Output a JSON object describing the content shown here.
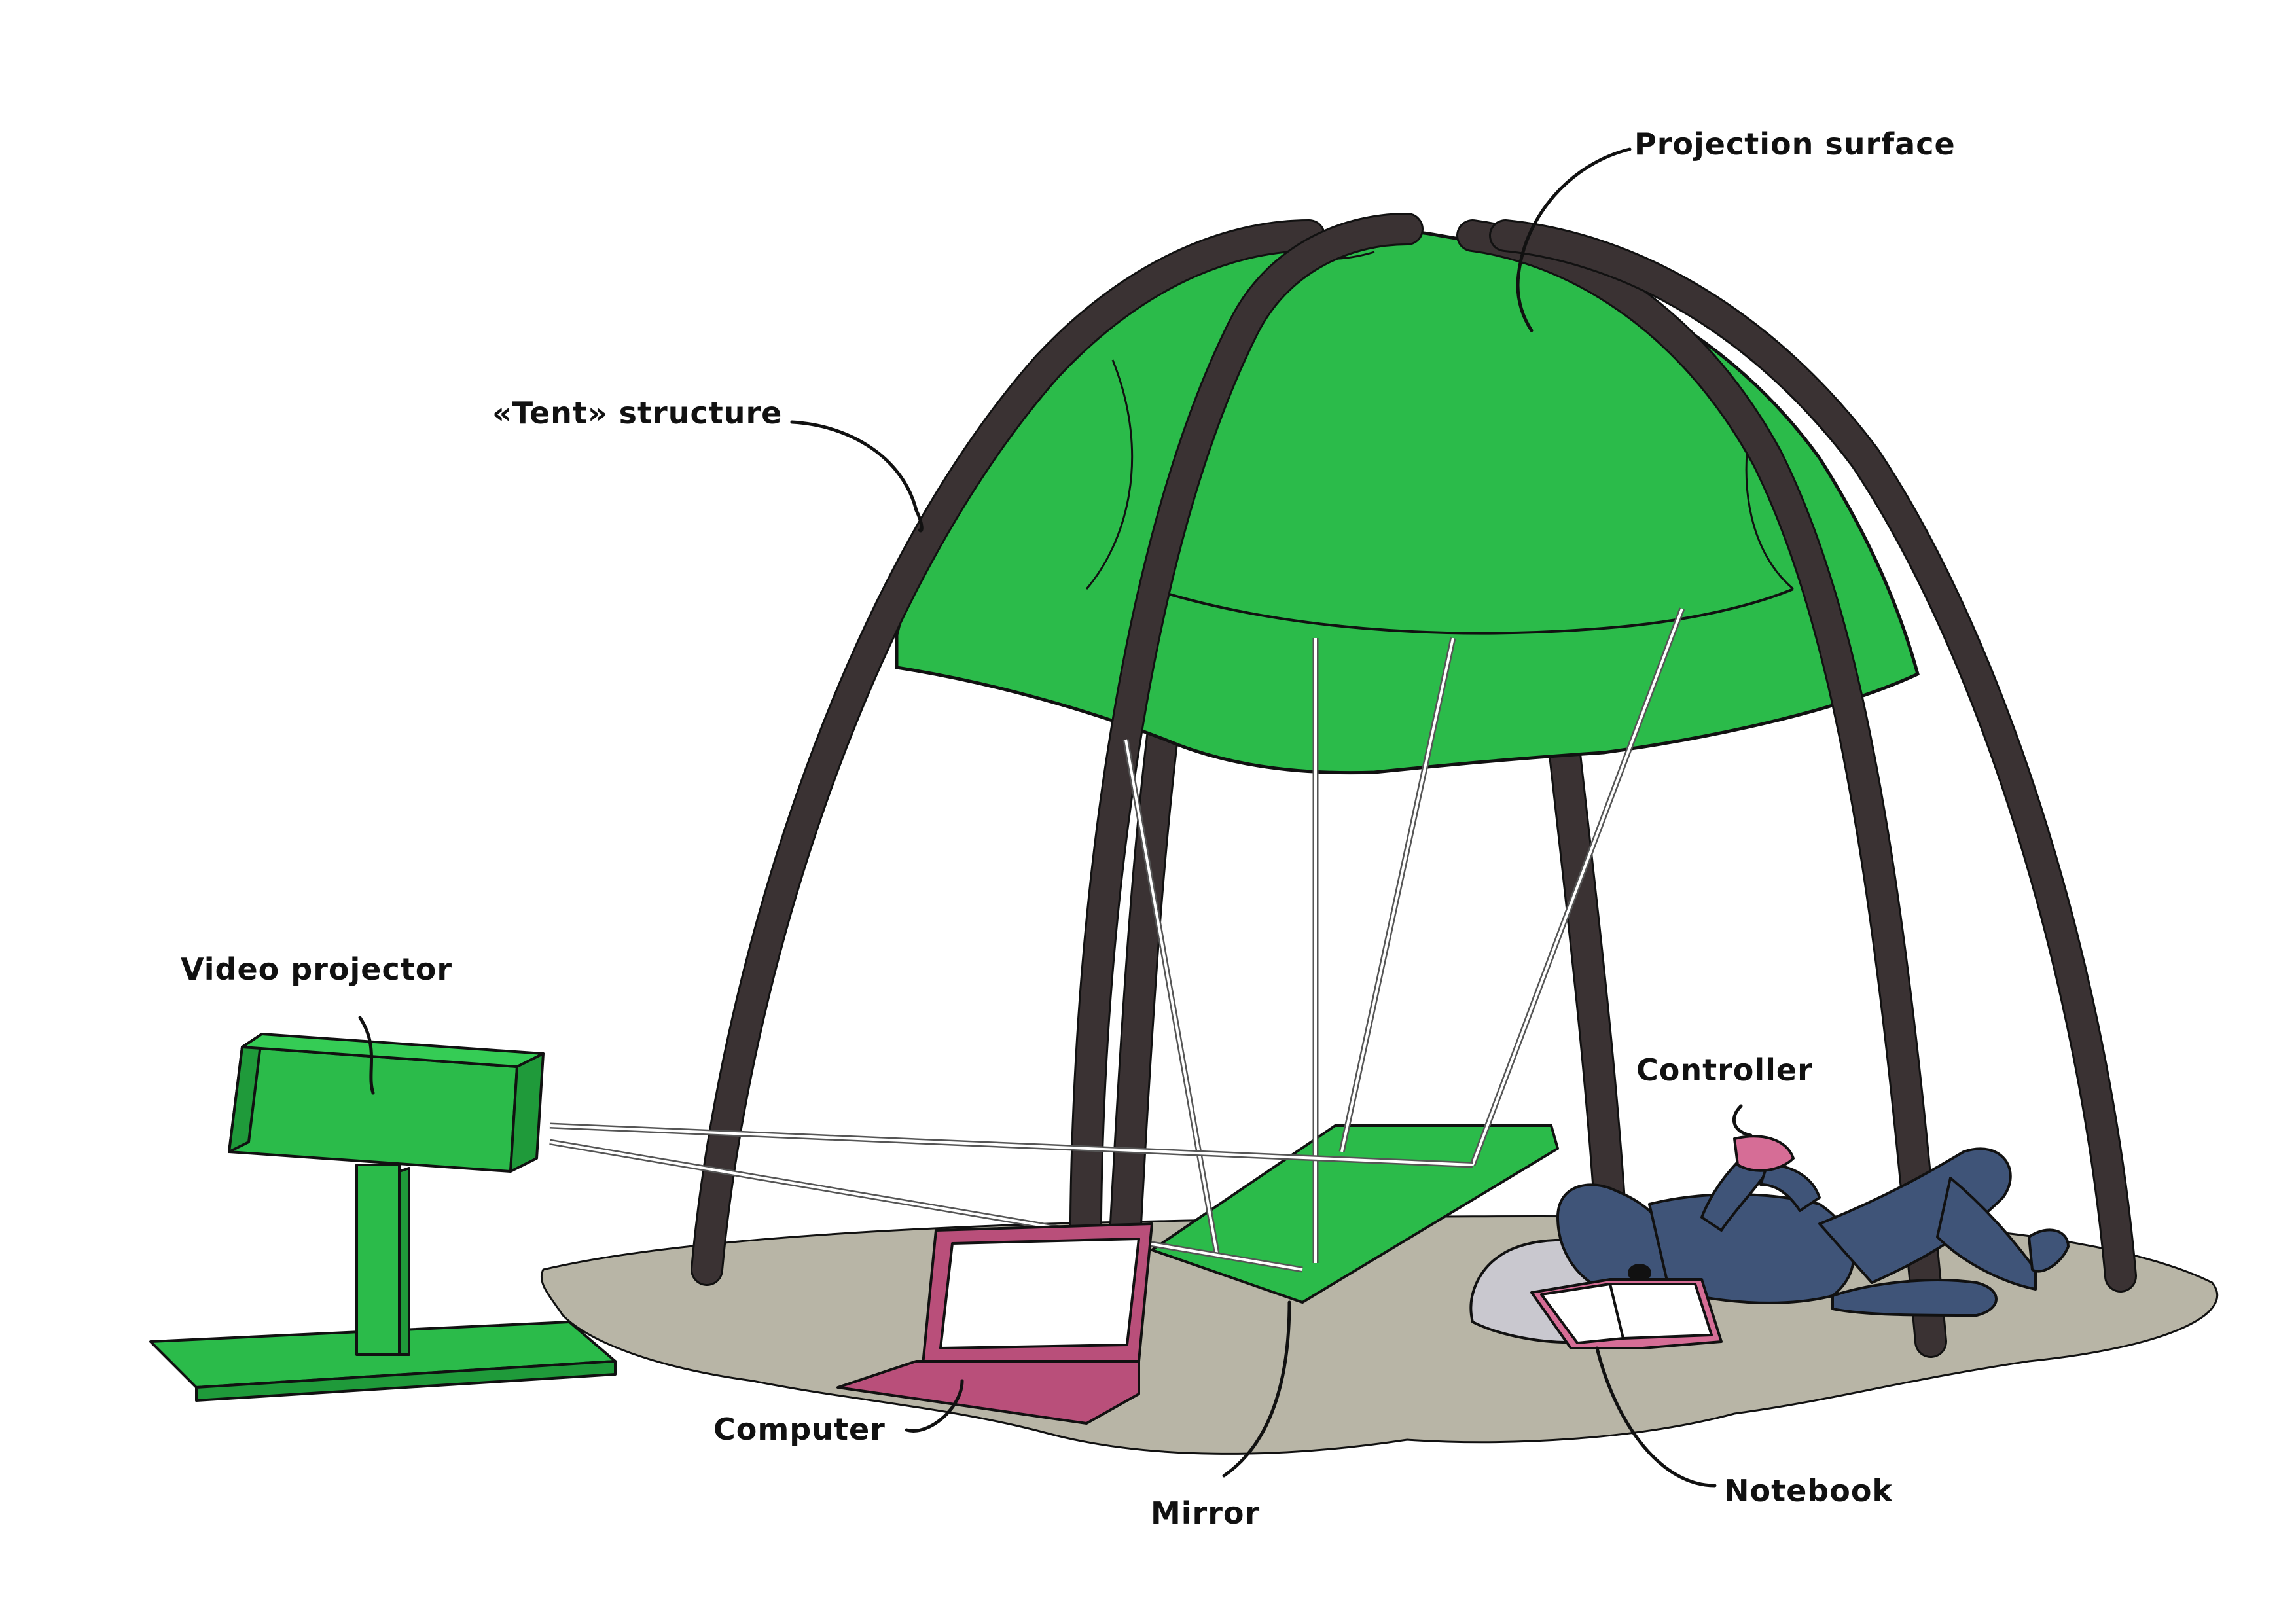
{
  "labels": {
    "projection_surface": "Projection surface",
    "tent_structure": "«Tent» structure",
    "video_projector": "Video projector",
    "controller": "Controller",
    "computer": "Computer",
    "mirror": "Mirror",
    "notebook": "Notebook"
  },
  "colors": {
    "fabric_green": "#2bbb4a",
    "pole_dark": "#3a3233",
    "ground": "#b8b5a6",
    "laptop_pink": "#b94f7a",
    "person_blue": "#3f5478",
    "pillow_grey": "#c9c8cf",
    "outline": "#111111"
  }
}
